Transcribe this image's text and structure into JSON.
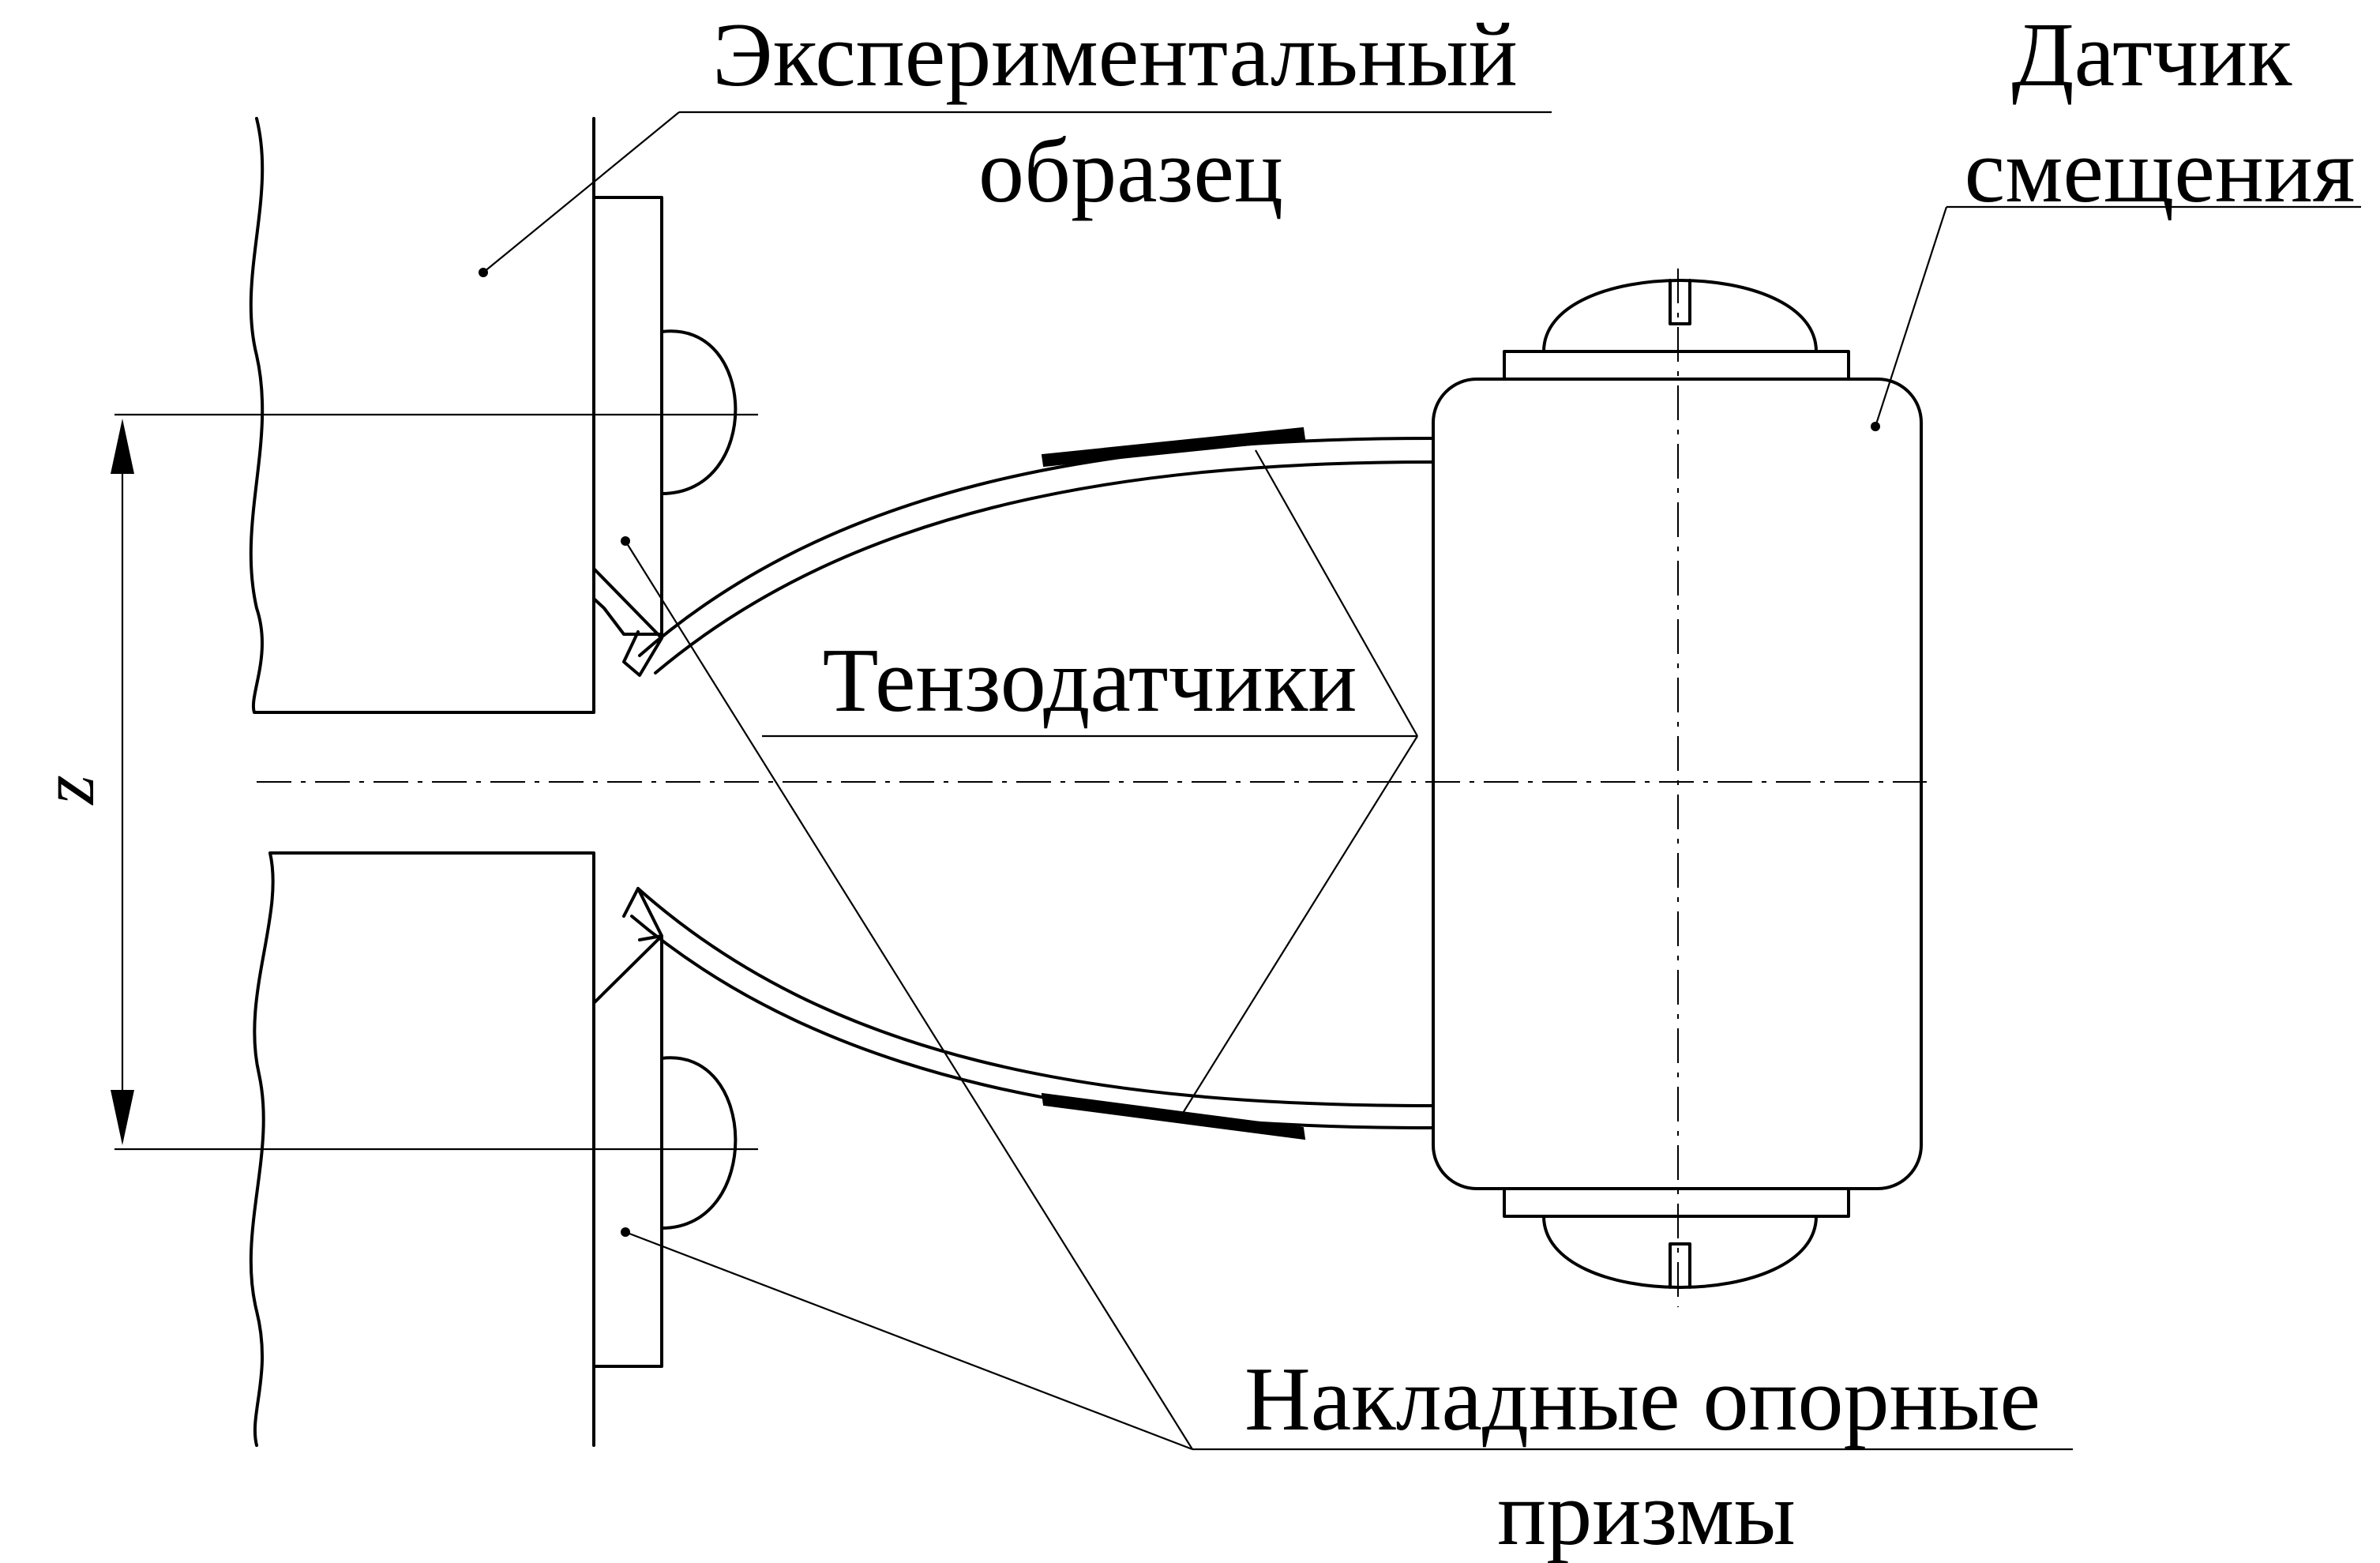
{
  "labels": {
    "specimen_line1": "Экспериментальный",
    "specimen_line2": "образец",
    "sensor_line1": "Датчик",
    "sensor_line2": "смещения",
    "strain_gauges": "Тензодатчики",
    "prisms_line1": "Накладные опорные",
    "prisms_line2": "призмы",
    "gauge_length": "z"
  }
}
